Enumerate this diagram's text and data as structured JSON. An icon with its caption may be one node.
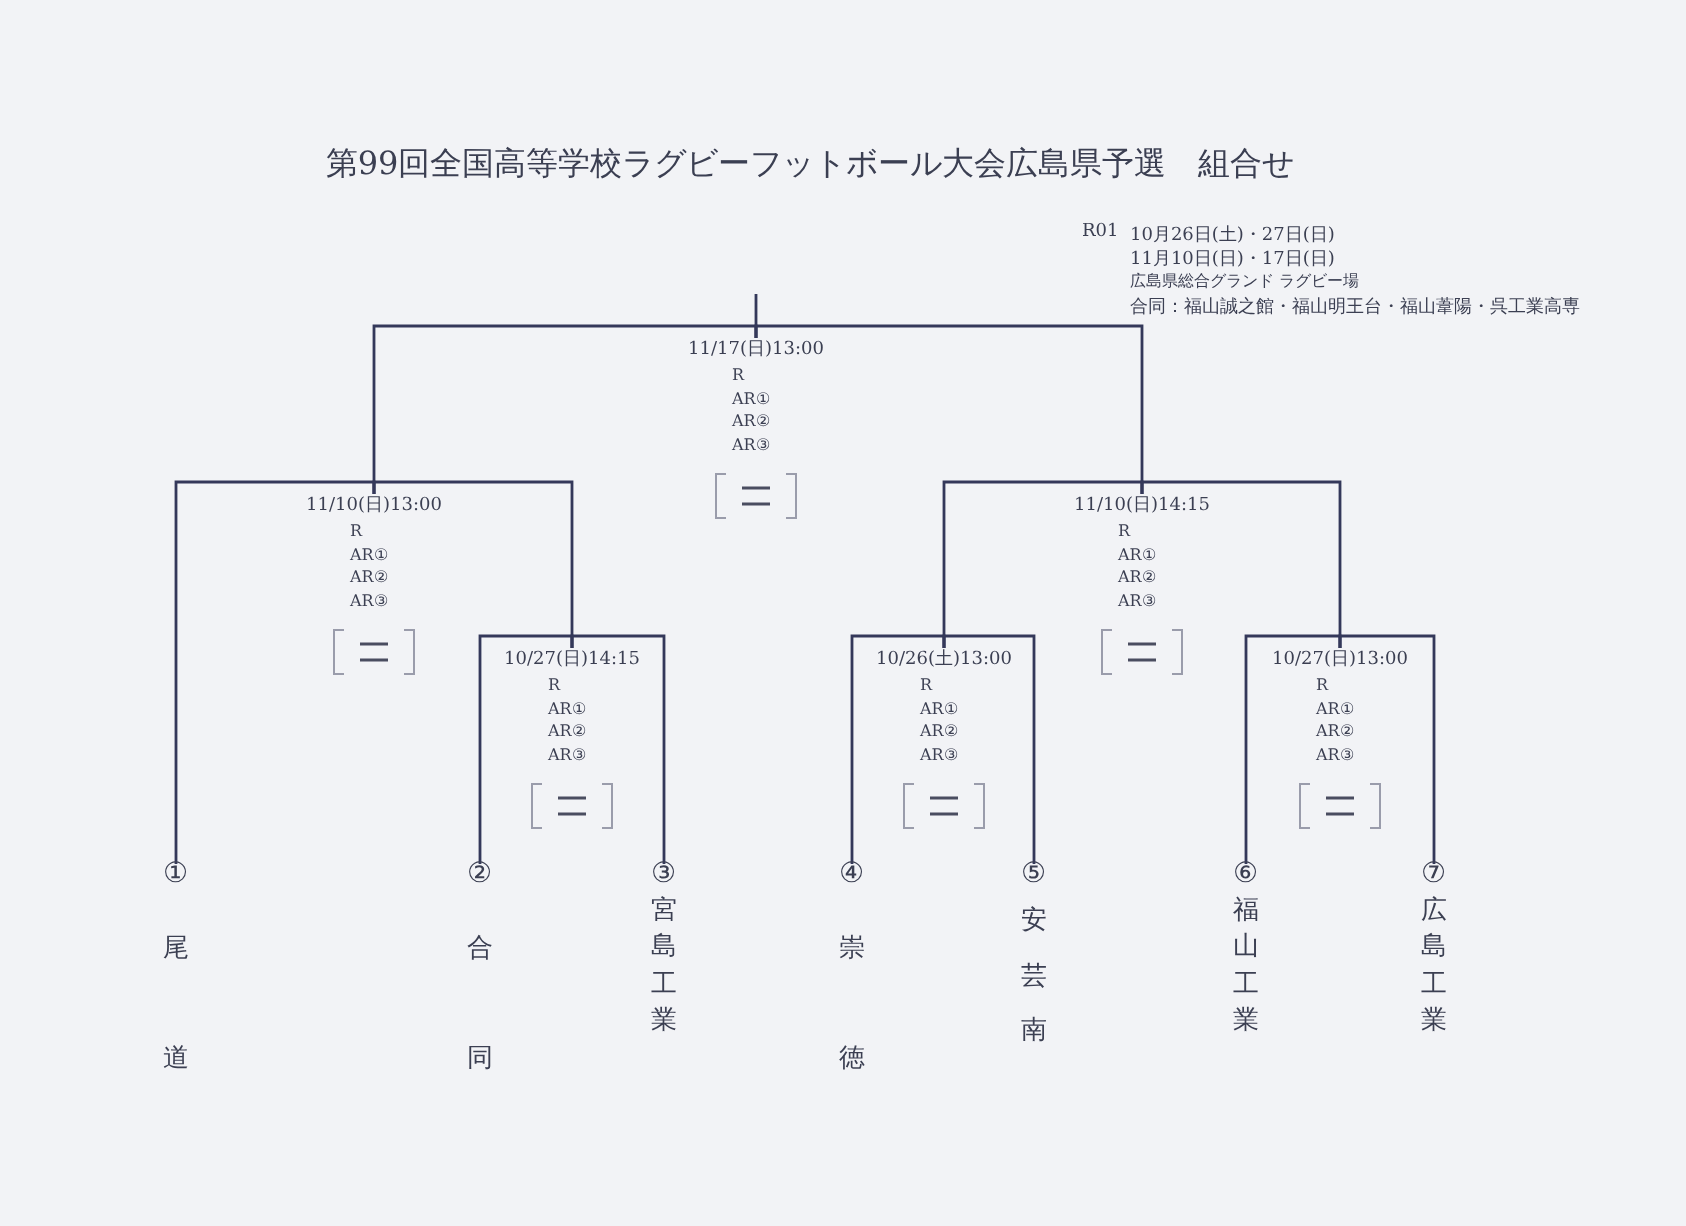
{
  "diagram": {
    "title": "第99回全国高等学校ラグビーフットボール大会広島県予選　組合せ",
    "nodes": [
      {
        "text": [
          "11/17(日)13:00",
          "R",
          "AR①",
          "AR②",
          "AR③"
        ]
      },
      {
        "text": [
          "11/10(日)13:00",
          "R",
          "AR①",
          "AR②",
          "AR③"
        ]
      },
      {
        "text": [
          "11/10(日)14:15",
          "R",
          "AR①",
          "AR②",
          "AR③"
        ]
      },
      {
        "text": [
          "10/27(日)14:15",
          "R",
          "AR①",
          "AR②",
          "AR③"
        ]
      },
      {
        "text": [
          "10/26(土)13:00",
          "R",
          "AR①",
          "AR②",
          "AR③"
        ]
      },
      {
        "text": [
          "10/27(日)13:00",
          "R",
          "AR①",
          "AR②",
          "AR③"
        ]
      },
      {
        "text": [
          "①",
          "尾道"
        ]
      },
      {
        "text": [
          "②",
          "合同"
        ]
      },
      {
        "text": [
          "③",
          "宮島工業"
        ]
      },
      {
        "text": [
          "④",
          "崇徳"
        ]
      },
      {
        "text": [
          "⑤",
          "安芸南"
        ]
      },
      {
        "text": [
          "⑥",
          "福山工業"
        ]
      },
      {
        "text": [
          "⑦",
          "広島工業"
        ]
      }
    ],
    "edges": [
      {
        "from": 0,
        "to": null,
        "arrow": "none"
      },
      {
        "from": 1,
        "to": 0,
        "arrow": "none"
      },
      {
        "from": 2,
        "to": 0,
        "arrow": "none"
      },
      {
        "from": 6,
        "to": 1,
        "arrow": "none"
      },
      {
        "from": 3,
        "to": 1,
        "arrow": "none"
      },
      {
        "from": 4,
        "to": 2,
        "arrow": "none"
      },
      {
        "from": 5,
        "to": 2,
        "arrow": "none"
      },
      {
        "from": 7,
        "to": 3,
        "arrow": "none"
      },
      {
        "from": 8,
        "to": 3,
        "arrow": "none"
      },
      {
        "from": 9,
        "to": 4,
        "arrow": "none"
      },
      {
        "from": 10,
        "to": 4,
        "arrow": "none"
      },
      {
        "from": 11,
        "to": 5,
        "arrow": "none"
      },
      {
        "from": 12,
        "to": 5,
        "arrow": "none"
      }
    ],
    "labels": [
      "R01",
      "10月26日(土)・27日(日)",
      "11月10日(日)・17日(日)",
      "広島県総合グランド ラグビー場",
      "合同：福山誠之館・福山明王台・福山葦陽・呉工業高専"
    ]
  }
}
